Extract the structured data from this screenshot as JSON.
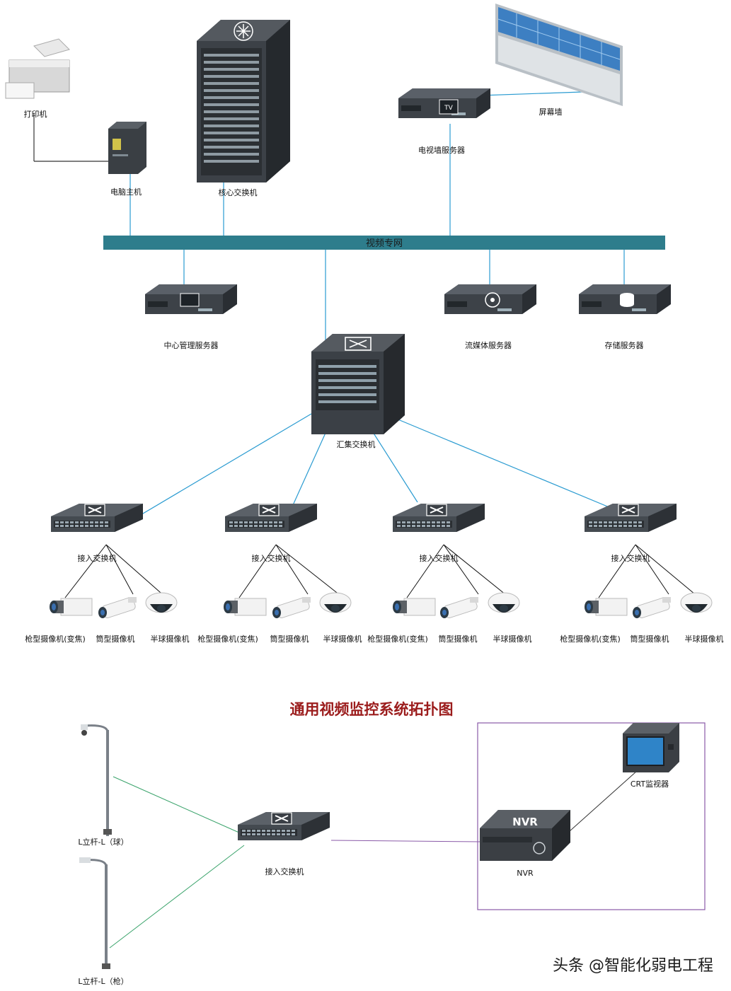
{
  "labels": {
    "printer": "打印机",
    "pc_host": "电脑主机",
    "core_switch": "核心交换机",
    "tv_wall_server": "电视墙服务器",
    "screen_wall": "屏幕墙",
    "video_network": "视频专网",
    "central_mgmt_server": "中心管理服务器",
    "streaming_server": "流媒体服务器",
    "storage_server": "存储服务器",
    "aggregation_switch": "汇集交换机",
    "access_switch": "接入交换机",
    "box_camera": "枪型摄像机(变焦)",
    "bullet_camera": "筒型摄像机",
    "dome_camera": "半球摄像机",
    "tv_icon_text": "TV"
  },
  "title": "通用视频监控系统拓扑图",
  "bottom": {
    "pole_dome": "L立杆-L（球）",
    "pole_gun": "L立杆-L（枪）",
    "access_switch": "接入交换机",
    "nvr": "NVR",
    "nvr_badge": "NVR",
    "crt_monitor": "CRT监视器"
  },
  "watermark": "头条 @智能化弱电工程",
  "colors": {
    "bus": "#2e7d8c",
    "link": "#2a9bd1",
    "title": "#9b1c1c",
    "frame": "#8a5aa8",
    "green_link": "#3aa36b"
  }
}
